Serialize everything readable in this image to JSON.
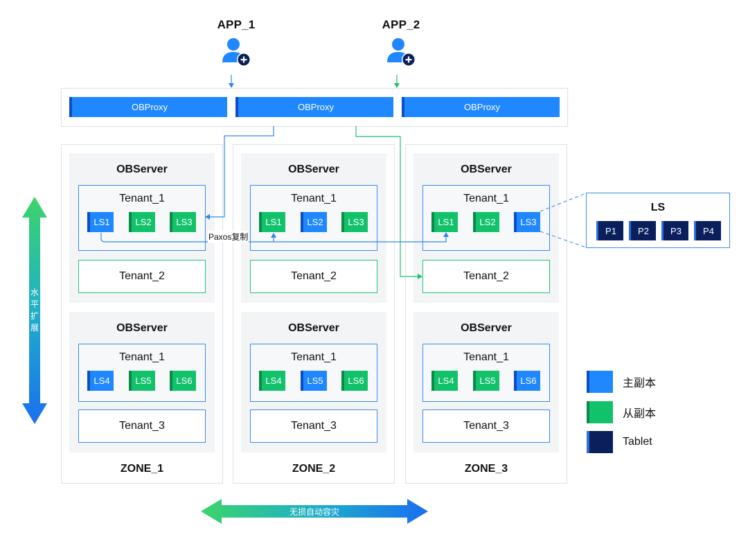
{
  "apps": [
    {
      "label": "APP_1"
    },
    {
      "label": "APP_2"
    }
  ],
  "proxies": [
    {
      "label": "OBProxy"
    },
    {
      "label": "OBProxy"
    },
    {
      "label": "OBProxy"
    }
  ],
  "zones": [
    {
      "label": "ZONE_1",
      "servers": [
        {
          "title": "OBServer",
          "tenant_title": "Tenant_1",
          "ls": [
            {
              "label": "LS1",
              "role": "leader"
            },
            {
              "label": "LS2",
              "role": "follower"
            },
            {
              "label": "LS3",
              "role": "follower"
            }
          ],
          "sub_tenant": {
            "label": "Tenant_2",
            "style": "green"
          }
        },
        {
          "title": "OBServer",
          "tenant_title": "Tenant_1",
          "ls": [
            {
              "label": "LS4",
              "role": "leader"
            },
            {
              "label": "LS5",
              "role": "follower"
            },
            {
              "label": "LS6",
              "role": "follower"
            }
          ],
          "sub_tenant": {
            "label": "Tenant_3",
            "style": "blue"
          }
        }
      ]
    },
    {
      "label": "ZONE_2",
      "servers": [
        {
          "title": "OBServer",
          "tenant_title": "Tenant_1",
          "ls": [
            {
              "label": "LS1",
              "role": "follower"
            },
            {
              "label": "LS2",
              "role": "leader"
            },
            {
              "label": "LS3",
              "role": "follower"
            }
          ],
          "sub_tenant": {
            "label": "Tenant_2",
            "style": "green"
          }
        },
        {
          "title": "OBServer",
          "tenant_title": "Tenant_1",
          "ls": [
            {
              "label": "LS4",
              "role": "follower"
            },
            {
              "label": "LS5",
              "role": "leader"
            },
            {
              "label": "LS6",
              "role": "follower"
            }
          ],
          "sub_tenant": {
            "label": "Tenant_3",
            "style": "blue"
          }
        }
      ]
    },
    {
      "label": "ZONE_3",
      "servers": [
        {
          "title": "OBServer",
          "tenant_title": "Tenant_1",
          "ls": [
            {
              "label": "LS1",
              "role": "follower"
            },
            {
              "label": "LS2",
              "role": "follower"
            },
            {
              "label": "LS3",
              "role": "leader"
            }
          ],
          "sub_tenant": {
            "label": "Tenant_2",
            "style": "green"
          }
        },
        {
          "title": "OBServer",
          "tenant_title": "Tenant_1",
          "ls": [
            {
              "label": "LS4",
              "role": "follower"
            },
            {
              "label": "LS5",
              "role": "follower"
            },
            {
              "label": "LS6",
              "role": "leader"
            }
          ],
          "sub_tenant": {
            "label": "Tenant_3",
            "style": "blue"
          }
        }
      ]
    }
  ],
  "paxos_label": "Paxos复制",
  "ls_detail": {
    "title": "LS",
    "tablets": [
      "P1",
      "P2",
      "P3",
      "P4"
    ]
  },
  "legend": [
    {
      "label": "主副本",
      "color": "#1f87ff",
      "edge": "#0a4ec8"
    },
    {
      "label": "从副本",
      "color": "#12c26a",
      "edge": "#0c8a4a"
    },
    {
      "label": "Tablet",
      "color": "#0a1f5c",
      "edge": "#2d6fd9"
    }
  ],
  "vertical_arrow": {
    "text": "水平扩展"
  },
  "horizontal_arrow": {
    "text": "无损自动容灾"
  },
  "colors": {
    "leader": "#1f87ff",
    "follower": "#12c26a",
    "tablet": "#0a1f5c",
    "route_blue": "#2f86f2",
    "route_green": "#1fbf73",
    "app_icon": "#1f87ff",
    "app_icon_badge": "#0a1f5c"
  }
}
